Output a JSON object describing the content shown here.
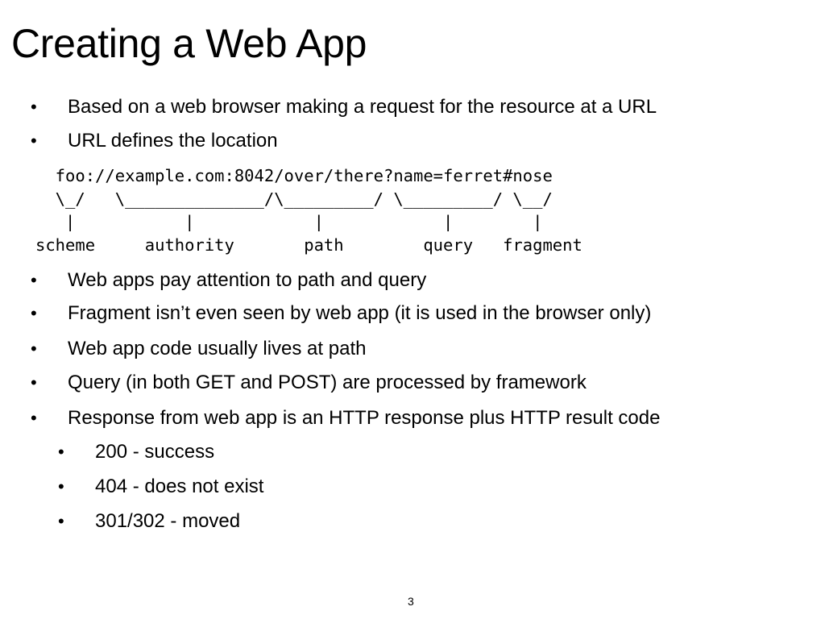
{
  "slide": {
    "title": "Creating a Web App",
    "bullets_top": [
      "Based on a web browser making a request for the resource at a URL",
      "URL defines the location"
    ],
    "url_diagram": {
      "lines": [
        "  foo://example.com:8042/over/there?name=ferret#nose",
        "  \\_/   \\______________/\\_________/ \\_________/ \\__/",
        "   |           |            |            |        |",
        "scheme     authority       path        query   fragment"
      ]
    },
    "bullets_bottom": [
      "Web apps pay attention to path and query",
      "Fragment isn’t even seen by web app (it is used in the browser only)",
      "Web app code usually lives at path",
      "Query (in both GET and POST) are processed by framework",
      "Response from web app is an HTTP response plus HTTP result code"
    ],
    "sub_bullets": [
      "200 - success",
      "404 - does not exist",
      "301/302 - moved"
    ],
    "bullet_glyph": "•",
    "page_number": "3"
  }
}
